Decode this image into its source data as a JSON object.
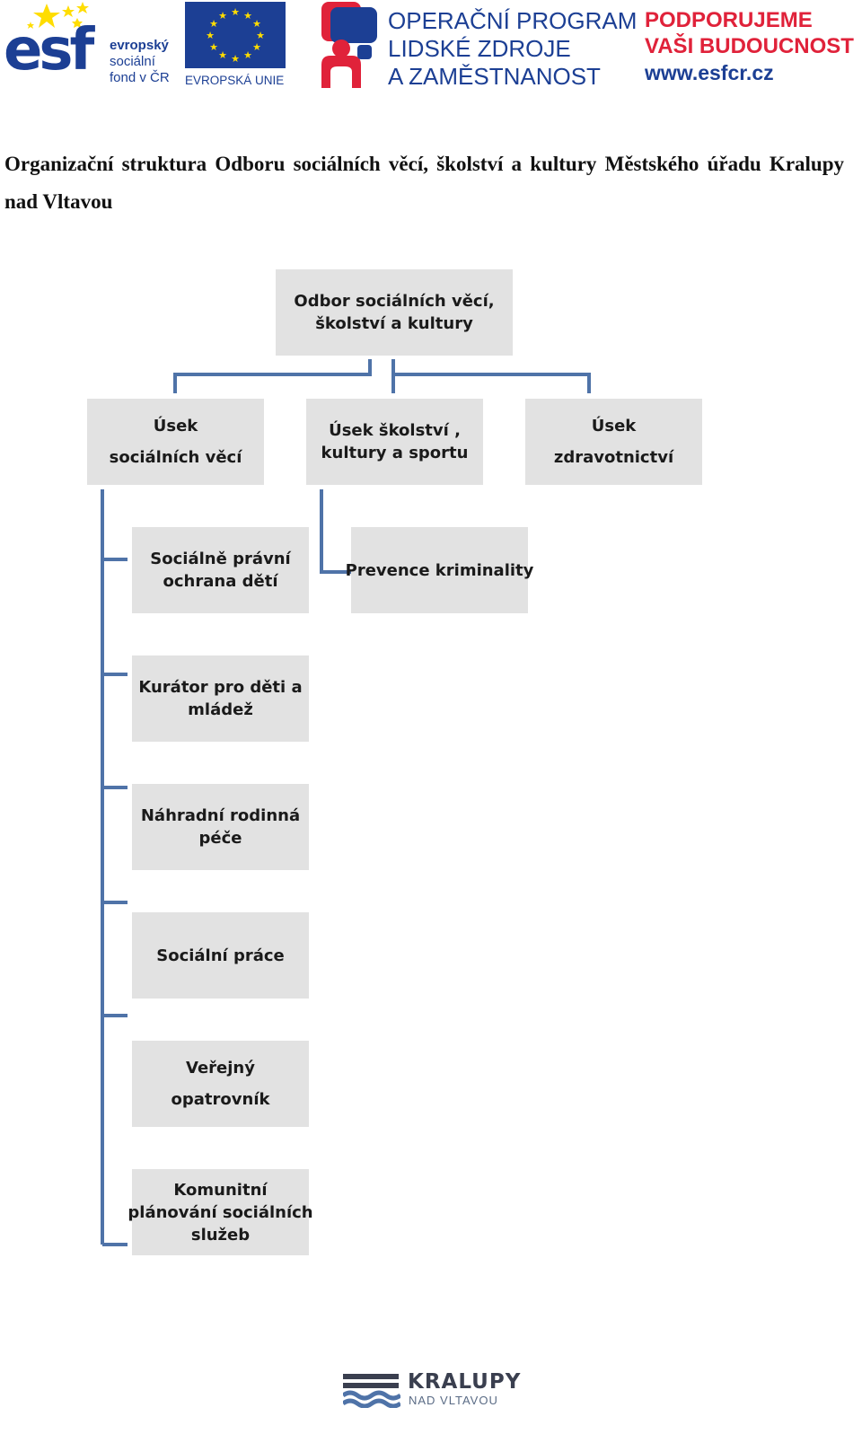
{
  "header": {
    "esf_logo": {
      "wordmark": "esf",
      "line1": "evropský",
      "line2": "sociální",
      "line3": "fond v ČR"
    },
    "eu_logo": {
      "label": "EVROPSKÁ UNIE"
    },
    "op_logo": {
      "line1": "OPERAČNÍ PROGRAM",
      "line2": "LIDSKÉ ZDROJE",
      "line3": "A ZAMĚSTNANOST"
    },
    "support": {
      "line1": "PODPORUJEME",
      "line2": "VAŠI BUDOUCNOST",
      "url": "www.esfcr.cz"
    },
    "colors": {
      "brand_blue": "#1c3f94",
      "brand_red": "#e0223a",
      "star_yellow": "#ffdd00"
    }
  },
  "title": "Organizační struktura Odboru sociálních věcí, školství a kultury Městského úřadu Kralupy nad Vltavou",
  "org_chart": {
    "root": {
      "line1": "Odbor sociálních věcí,",
      "line2": "školství a kultury"
    },
    "sections": [
      {
        "line1": "Úsek",
        "line2": "sociálních věcí"
      },
      {
        "line1": "Úsek školství ,",
        "line2": "kultury a sportu"
      },
      {
        "line1": "Úsek",
        "line2": "zdravotnictví"
      }
    ],
    "social_units": [
      {
        "line1": "Sociálně právní",
        "line2": "ochrana dětí"
      },
      {
        "line1": "Kurátor pro děti a",
        "line2": "mládež"
      },
      {
        "line1": "Náhradní rodinná",
        "line2": "péče"
      },
      {
        "line1": "Sociální práce"
      },
      {
        "line1": "Veřejný",
        "line2": "opatrovník"
      },
      {
        "line1": "Komunitní",
        "line2": "plánování sociálních",
        "line3": "služeb"
      }
    ],
    "education_units": [
      {
        "line1": "Prevence kriminality"
      }
    ],
    "colors": {
      "box_fill": "#e2e2e2",
      "connector": "#4f73a8"
    }
  },
  "footer": {
    "logo": {
      "name": "KRALUPY",
      "sub": "NAD VLTAVOU"
    }
  }
}
